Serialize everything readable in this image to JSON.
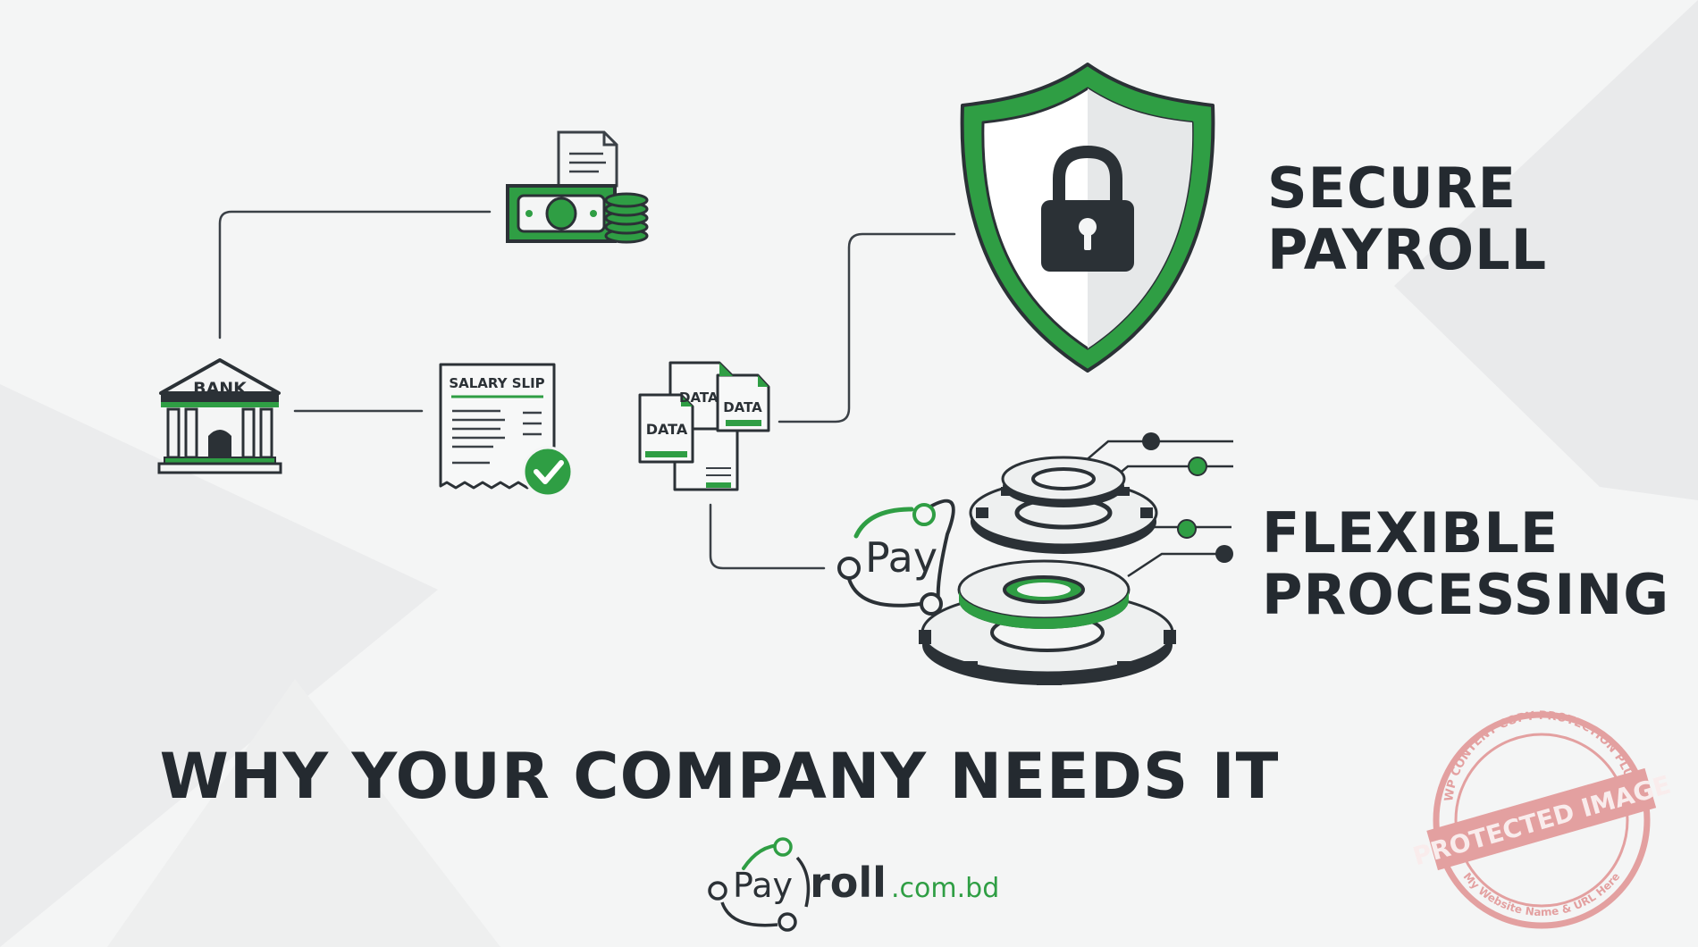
{
  "diagram": {
    "bank_label": "BANK",
    "salary_slip_label": "SALARY SLIP",
    "data_labels": [
      "DATA",
      "DATA",
      "DATA"
    ],
    "pay_label": "Pay"
  },
  "headings": {
    "secure": [
      "SECURE",
      "PAYROLL"
    ],
    "flexible": [
      "FLEXIBLE",
      "PROCESSING"
    ]
  },
  "tagline": "WHY YOUR COMPANY NEEDS IT",
  "logo": {
    "pay": "Pay",
    "roll": "roll",
    "domain": ".com.bd"
  },
  "watermark": {
    "main": "PROTECTED IMAGE",
    "top_arc": "WP CONTENT COPY PROTECTION PLUGIN",
    "bottom_arc": "My Website Name & URL Here"
  },
  "colors": {
    "green": "#2f9e44",
    "dark": "#2b3136",
    "background": "#f4f5f5",
    "stamp": "#e08c8c"
  }
}
